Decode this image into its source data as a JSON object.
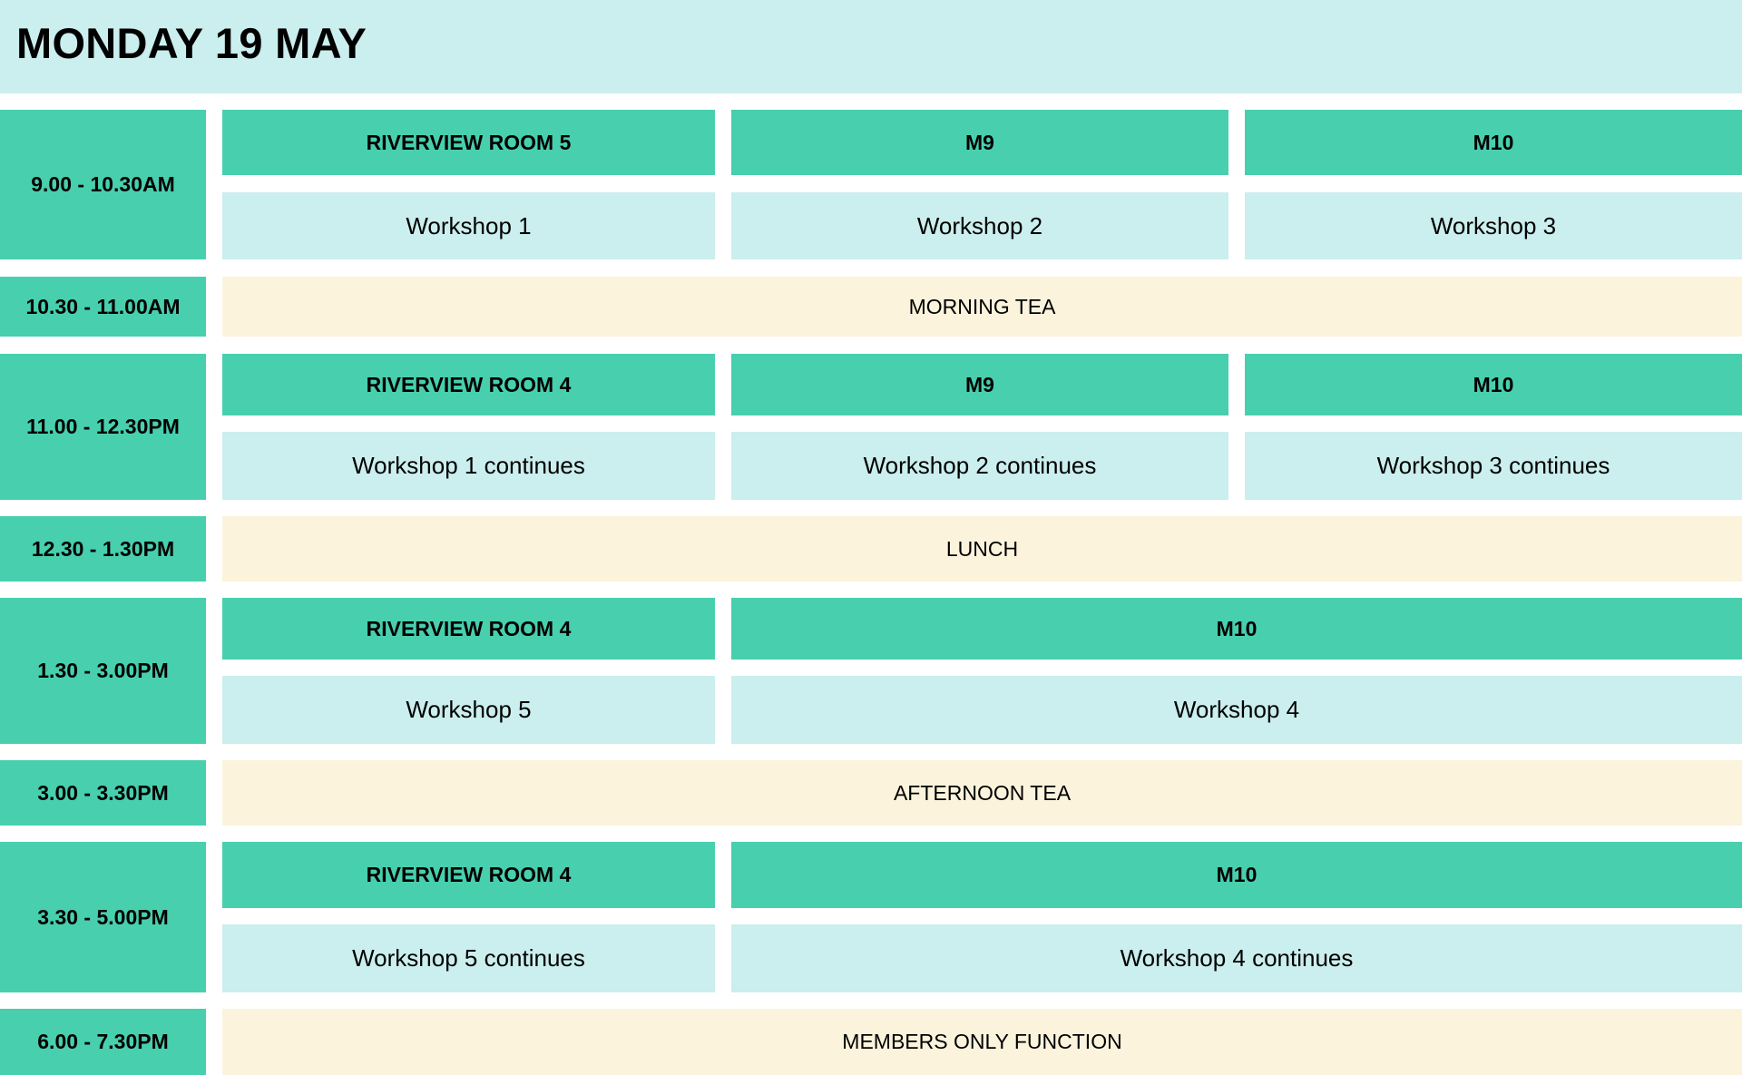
{
  "header": {
    "title": "MONDAY 19 MAY"
  },
  "slots": {
    "s1": {
      "time": "9.00 - 10.30AM",
      "room_a": "RIVERVIEW ROOM 5",
      "room_b": "M9",
      "room_c": "M10",
      "ws_a": "Workshop 1",
      "ws_b": "Workshop 2",
      "ws_c": "Workshop 3"
    },
    "s2": {
      "time": "10.30 - 11.00AM",
      "label": "MORNING TEA"
    },
    "s3": {
      "time": "11.00 - 12.30PM",
      "room_a": "RIVERVIEW ROOM 4",
      "room_b": "M9",
      "room_c": "M10",
      "ws_a": "Workshop 1 continues",
      "ws_b": "Workshop 2 continues",
      "ws_c": "Workshop 3 continues"
    },
    "s4": {
      "time": "12.30 - 1.30PM",
      "label": "LUNCH"
    },
    "s5": {
      "time": "1.30 - 3.00PM",
      "room_a": "RIVERVIEW ROOM 4",
      "room_b": "M10",
      "ws_a": "Workshop 5",
      "ws_b": "Workshop 4"
    },
    "s6": {
      "time": "3.00 - 3.30PM",
      "label": "AFTERNOON TEA"
    },
    "s7": {
      "time": "3.30 - 5.00PM",
      "room_a": "RIVERVIEW ROOM 4",
      "room_b": "M10",
      "ws_a": "Workshop 5 continues",
      "ws_b": "Workshop 4 continues"
    },
    "s8": {
      "time": "6.00 - 7.30PM",
      "label": "MEMBERS ONLY FUNCTION"
    }
  }
}
